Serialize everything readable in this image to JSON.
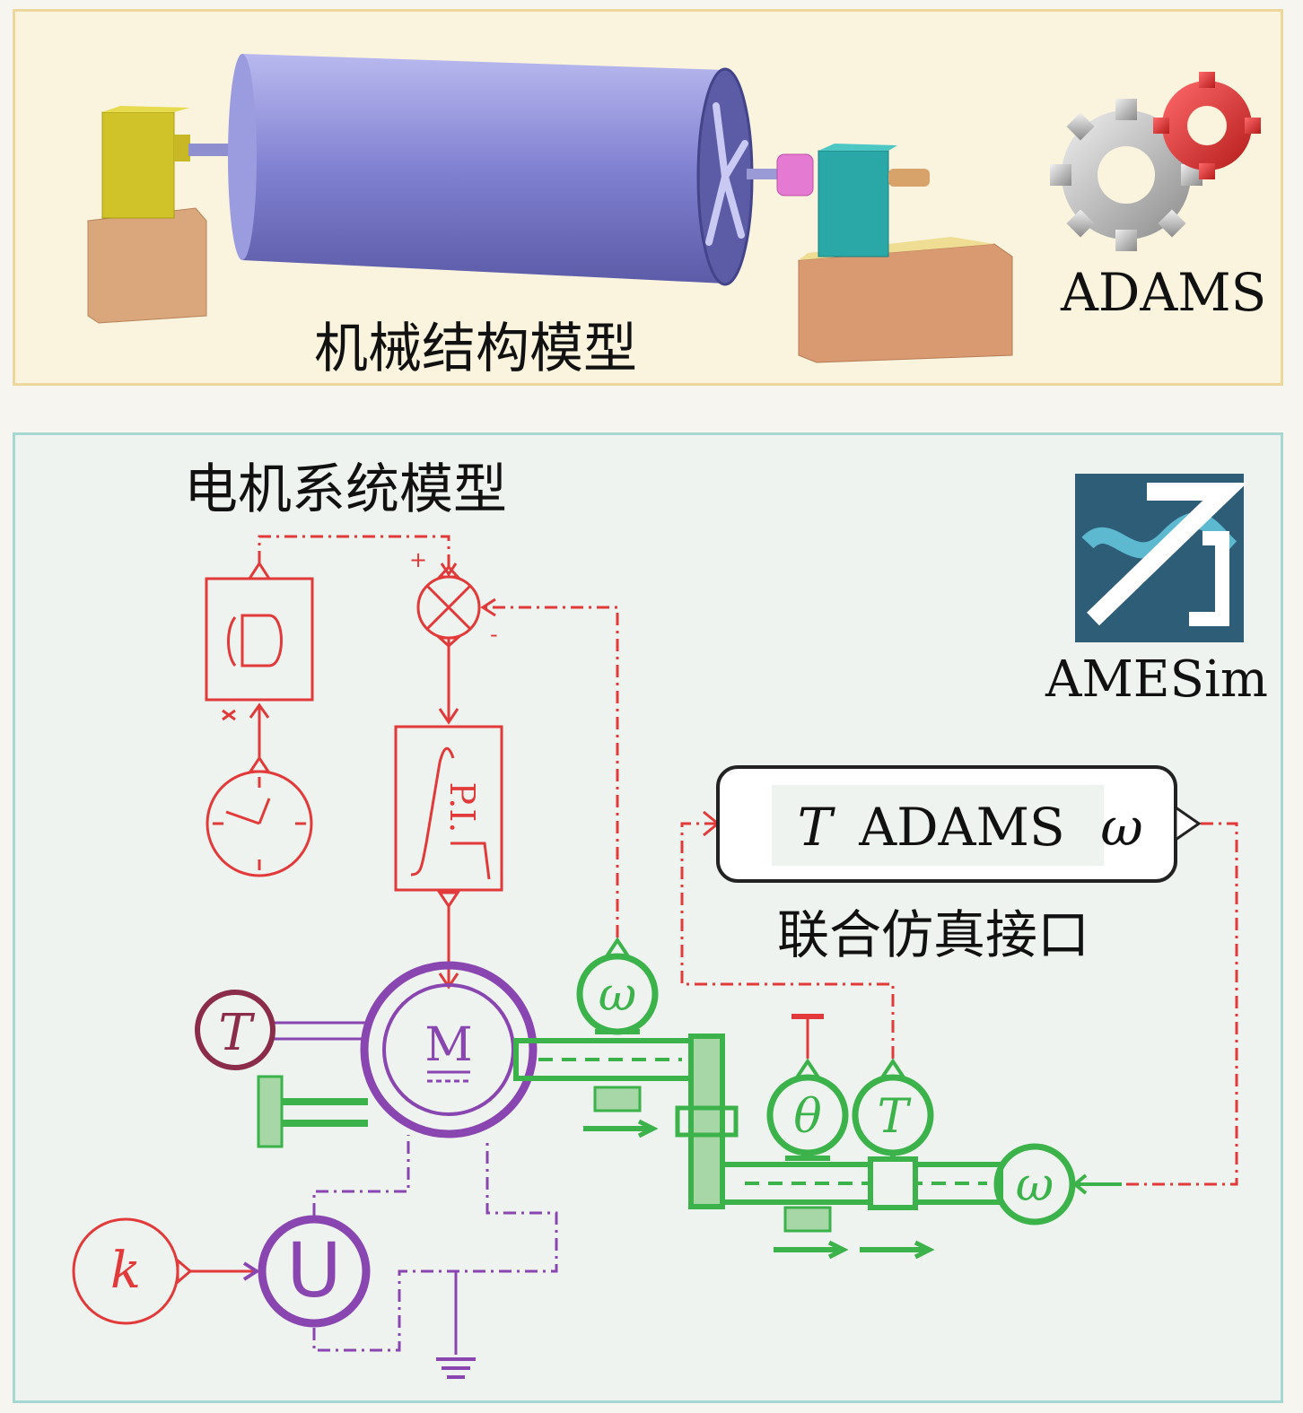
{
  "mechanical": {
    "label": "机械结构模型",
    "logo_text": "ADAMS"
  },
  "motor_system": {
    "label": "电机系统模型",
    "logo_text": "AMESim"
  },
  "interface": {
    "input_symbol": "T",
    "name": "ADAMS",
    "output_symbol": "ω",
    "label": "联合仿真接口"
  },
  "symbols": {
    "omega": "ω",
    "theta": "θ",
    "torque": "T",
    "motor": "M",
    "gain": "k",
    "voltage": "U",
    "controller": "P.I.",
    "plus": "+",
    "minus": "-"
  },
  "colors": {
    "signal_red": "#e23a3a",
    "mechanical_green": "#3bb24a",
    "electrical_purple": "#8a46b0",
    "torque_source_maroon": "#8b2d4a",
    "drum_blue": "#7f80cf",
    "amesim_logo_bg": "#2e5d78"
  }
}
